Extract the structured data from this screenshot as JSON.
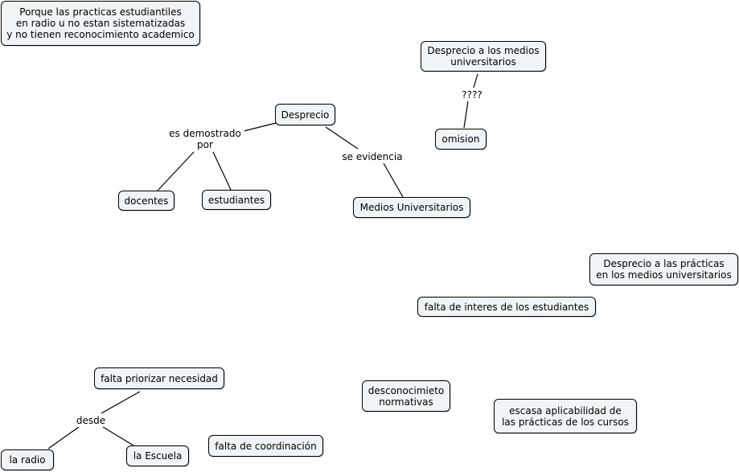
{
  "nodes": {
    "porque": "Porque las practicas estudiantiles\nen radio u no estan sistematizadas\ny no tienen reconocimiento academico",
    "desprecio_medios": "Desprecio a los medios\nuniversitarios",
    "omision": "omision",
    "desprecio": "Desprecio",
    "docentes": "docentes",
    "estudiantes": "estudiantes",
    "medios_universitarios": "Medios Universitarios",
    "desprecio_practicas": "Desprecio a las prácticas\nen los medios universitarios",
    "falta_interes": "falta de interes de los estudiantes",
    "falta_priorizar": "falta priorizar necesidad",
    "desconocimiento": "desconocimieto\nnormativas",
    "escasa_aplicabilidad": "escasa aplicabilidad de\nlas prácticas de los cursos",
    "la_radio": "la radio",
    "la_escuela": "la Escuela",
    "falta_coordinacion": "falta de coordinación"
  },
  "links": {
    "interrogantes": "????",
    "es_demostrado_por": "es demostrado\npor",
    "se_evidencia": "se evidencia",
    "desde": "desde"
  }
}
